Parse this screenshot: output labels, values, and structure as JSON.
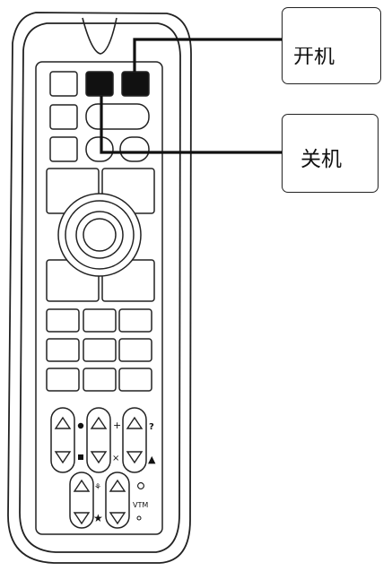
{
  "callouts": {
    "power_on": "开机",
    "power_off": "关机"
  },
  "remote": {
    "vol_labels": [
      "+",
      "×",
      "?",
      "▲"
    ],
    "lower_labels": [
      "★",
      "VTM",
      "o"
    ],
    "symbols": [
      "●",
      "■",
      "⚘"
    ]
  },
  "colors": {
    "outline": "#222222",
    "button_fill": "#ffffff",
    "highlight": "#111111"
  }
}
